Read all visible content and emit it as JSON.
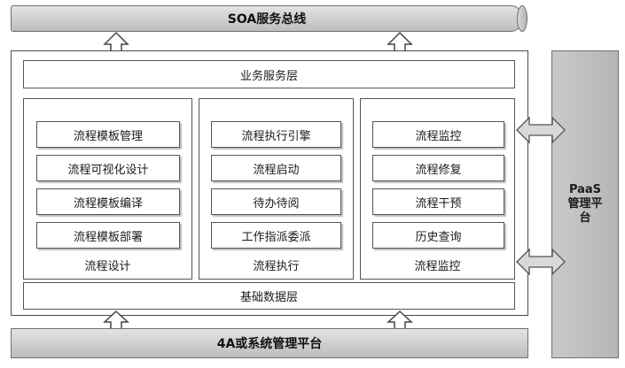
{
  "soa_bus": {
    "label": "SOA服务总线"
  },
  "business_layer": {
    "label": "业务服务层"
  },
  "data_layer": {
    "label": "基础数据层"
  },
  "bottom_platform": {
    "label": "4A或系统管理平台"
  },
  "paas": {
    "label": "PaaS管理平台"
  },
  "columns": [
    {
      "title": "流程设计",
      "items": [
        "流程模板管理",
        "流程可视化设计",
        "流程模板编译",
        "流程模板部署"
      ]
    },
    {
      "title": "流程执行",
      "items": [
        "流程执行引擎",
        "流程启动",
        "待办待阅",
        "工作指派委派"
      ]
    },
    {
      "title": "流程监控",
      "items": [
        "流程监控",
        "流程修复",
        "流程干预",
        "历史查询"
      ]
    }
  ]
}
